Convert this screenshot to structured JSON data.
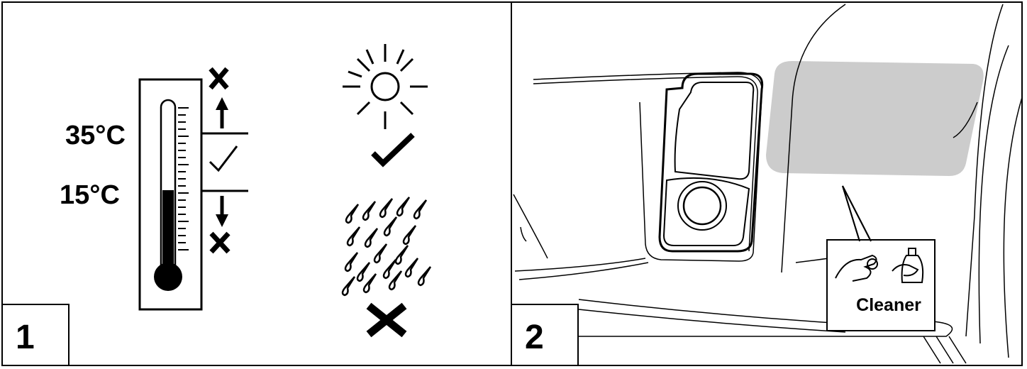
{
  "panel1": {
    "step_number": "1",
    "temp_high_label": "35°C",
    "temp_low_label": "15°C"
  },
  "panel2": {
    "step_number": "2",
    "cleaner_label": "Cleaner"
  },
  "colors": {
    "line": "#000000",
    "highlight_area": "#cccccc",
    "background": "#ffffff"
  },
  "icons": [
    "thermometer-icon",
    "sun-icon",
    "rain-icon",
    "check-icon",
    "cross-icon",
    "arrow-up-icon",
    "arrow-down-icon",
    "hand-wiping-icon",
    "cleaner-bottle-icon"
  ]
}
